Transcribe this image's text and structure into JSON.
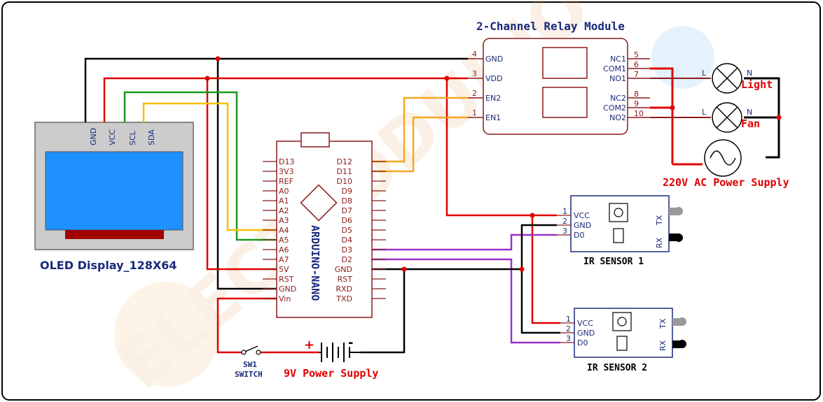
{
  "relay": {
    "title": "2-Channel Relay Module",
    "left_pins": [
      {
        "num": "4",
        "label": "GND"
      },
      {
        "num": "3",
        "label": "VDD"
      },
      {
        "num": "2",
        "label": "EN2"
      },
      {
        "num": "1",
        "label": "EN1"
      }
    ],
    "right_pins": [
      {
        "num": "5",
        "label": "NC1"
      },
      {
        "num": "6",
        "label": "COM1"
      },
      {
        "num": "7",
        "label": "NO1"
      },
      {
        "num": "8",
        "label": "NC2"
      },
      {
        "num": "9",
        "label": "COM2"
      },
      {
        "num": "10",
        "label": "NO2"
      }
    ]
  },
  "loads": {
    "light_label": "Light",
    "fan_label": "Fan",
    "l_label": "L",
    "n_label": "N",
    "ac_label": "220V AC Power Supply"
  },
  "oled": {
    "title": "OLED Display_128X64",
    "pins": [
      "GND",
      "VCC",
      "SCL",
      "SDA"
    ]
  },
  "arduino": {
    "name": "ARDUINO-NANO",
    "left_pins": [
      "D13",
      "3V3",
      "REF",
      "A0",
      "A1",
      "A2",
      "A3",
      "A4",
      "A5",
      "A6",
      "A7",
      "5V",
      "RST",
      "GND",
      "Vin"
    ],
    "right_pins": [
      "D12",
      "D11",
      "D10",
      "D9",
      "D8",
      "D7",
      "D6",
      "D5",
      "D4",
      "D3",
      "D2",
      "GND",
      "RST",
      "RXD",
      "TXD"
    ]
  },
  "ir1": {
    "title": "IR SENSOR 1",
    "pins": [
      {
        "num": "1",
        "label": "VCC"
      },
      {
        "num": "2",
        "label": "GND"
      },
      {
        "num": "3",
        "label": "D0"
      }
    ],
    "tx": "TX",
    "rx": "RX"
  },
  "ir2": {
    "title": "IR SENSOR 2",
    "pins": [
      {
        "num": "1",
        "label": "VCC"
      },
      {
        "num": "2",
        "label": "GND"
      },
      {
        "num": "3",
        "label": "D0"
      }
    ],
    "tx": "TX",
    "rx": "RX"
  },
  "switch": {
    "ref": "SW1",
    "label": "SWITCH"
  },
  "battery": {
    "label": "9V Power Supply",
    "plus": "+",
    "minus": "-"
  },
  "watermark": "ELECTRODUINO",
  "colors": {
    "gnd": "#000000",
    "vcc": "#e00000",
    "scl": "#1a9a1a",
    "sda": "#f2c200",
    "signal_orange": "#f5a623",
    "signal_purple": "#9b30c8",
    "component": "#8b1a1a",
    "label_blue": "#1a2a7a",
    "red_label": "#e00000"
  }
}
